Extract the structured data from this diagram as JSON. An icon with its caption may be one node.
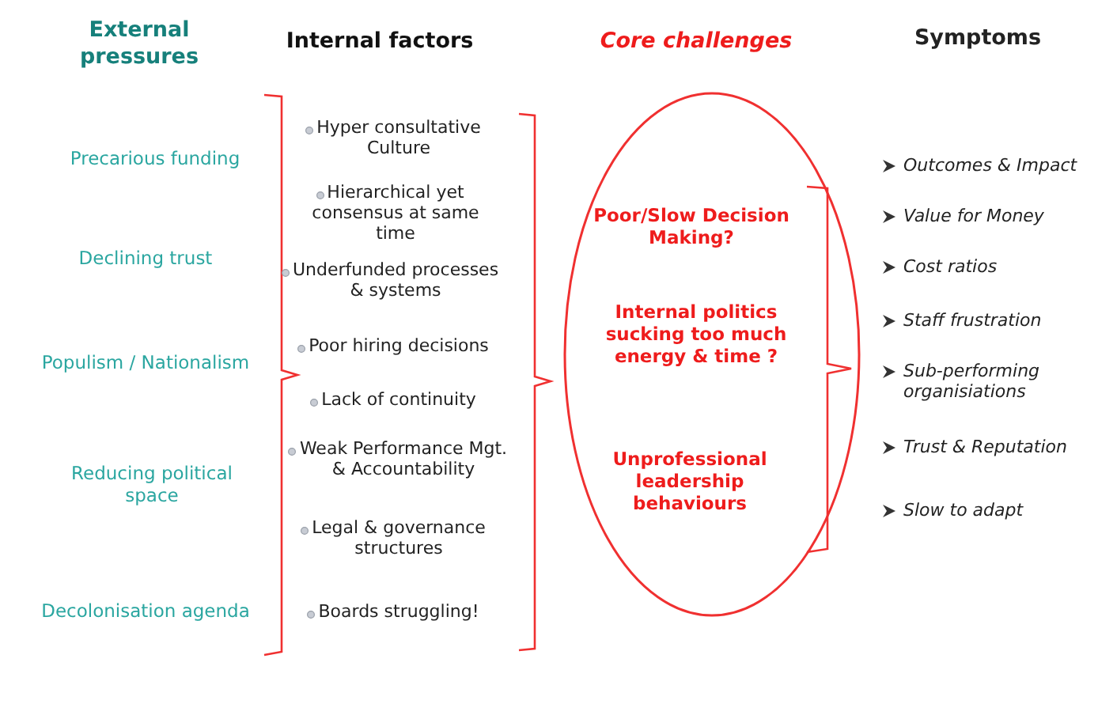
{
  "diagram": {
    "nodes": [
      {
        "text": [
          "Poor/Slow Decision Making?",
          "Internal politics sucking too much energy & time ?",
          "Unprofessional leadership behaviours"
        ]
      }
    ],
    "labels": [
      "External pressures",
      "Internal factors",
      "Core challenges",
      "Symptoms",
      "Precarious funding",
      "Declining trust",
      "Populism / Nationalism",
      "Reducing political space",
      "Decolonisation agenda",
      "Hyper consultative Culture",
      "Hierarchical yet consensus at same time",
      "Underfunded processes & systems",
      "Poor hiring decisions",
      "Lack of continuity",
      "Weak Performance Mgt. & Accountability",
      "Legal & governance structures",
      "Boards struggling!",
      "Outcomes & Impact",
      "Value for Money",
      "Cost ratios",
      "Staff frustration",
      "Sub-performing organisiations",
      "Trust & Reputation",
      "Slow to adapt"
    ]
  }
}
